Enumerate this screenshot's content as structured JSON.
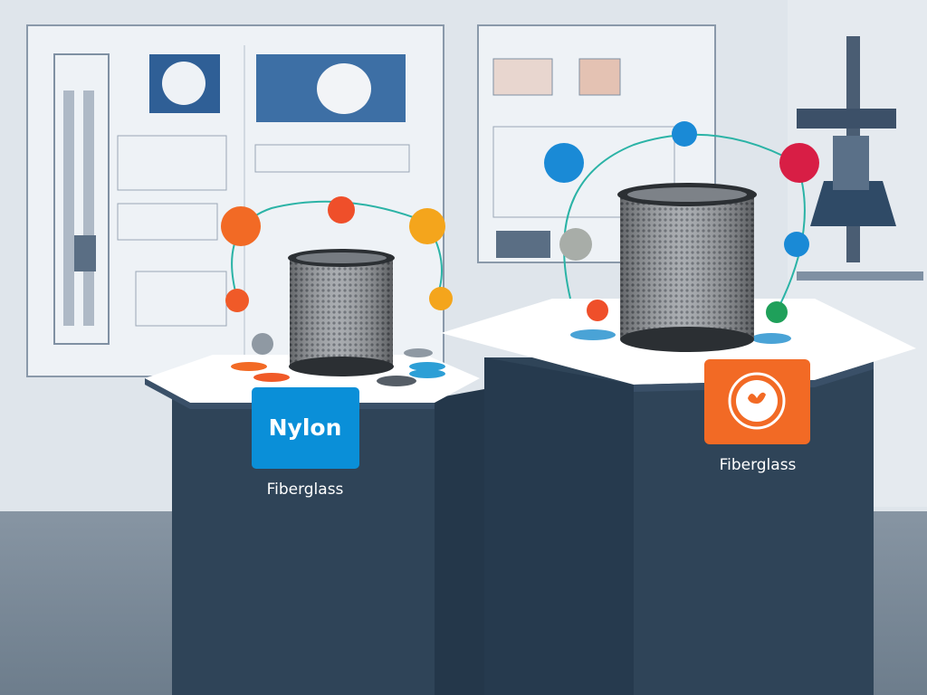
{
  "scene": {
    "left_pedestal": {
      "badge_text": "Nylon",
      "caption": "Fiberglass",
      "badge_color": "#0a8fd8"
    },
    "right_pedestal": {
      "badge_icon": "leaf-icon",
      "caption": "Fiberglass",
      "badge_color": "#f26a25"
    }
  },
  "colors": {
    "wall": "#dde3ea",
    "floor": "#7d8c9a",
    "pedestal": "#2f4458",
    "accent_teal": "#2bb3a6"
  }
}
